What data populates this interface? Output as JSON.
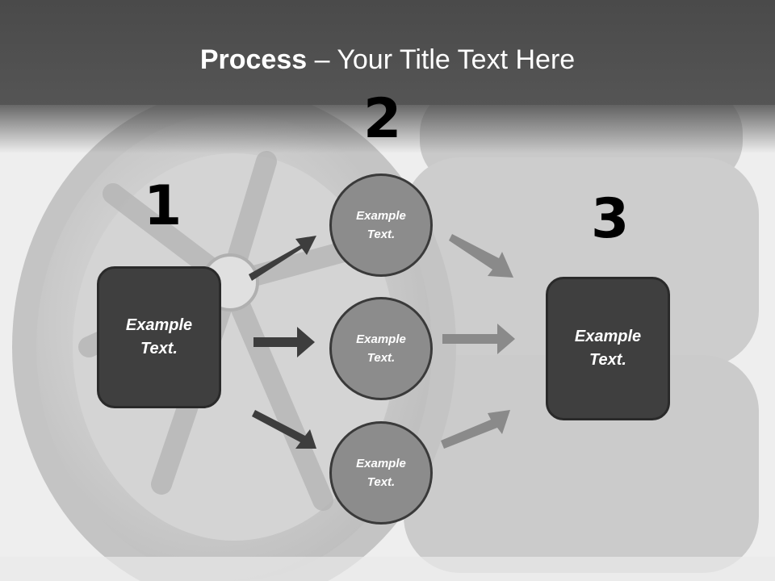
{
  "title": {
    "bold": "Process",
    "rest": " – Your Title Text Here"
  },
  "steps": {
    "n1": "1",
    "n2": "2",
    "n3": "3"
  },
  "left_box": {
    "line1": "Example",
    "line2": "Text."
  },
  "circles": [
    {
      "line1": "Example",
      "line2": "Text."
    },
    {
      "line1": "Example",
      "line2": "Text."
    },
    {
      "line1": "Example",
      "line2": "Text."
    }
  ],
  "right_box": {
    "line1": "Example",
    "line2": "Text."
  },
  "colors": {
    "header": "#4a4a4a",
    "box": "#3f3f3f",
    "circle": "#8c8c8c",
    "dark_arrow": "#3d3d3d",
    "light_arrow": "#8a8a8a"
  }
}
